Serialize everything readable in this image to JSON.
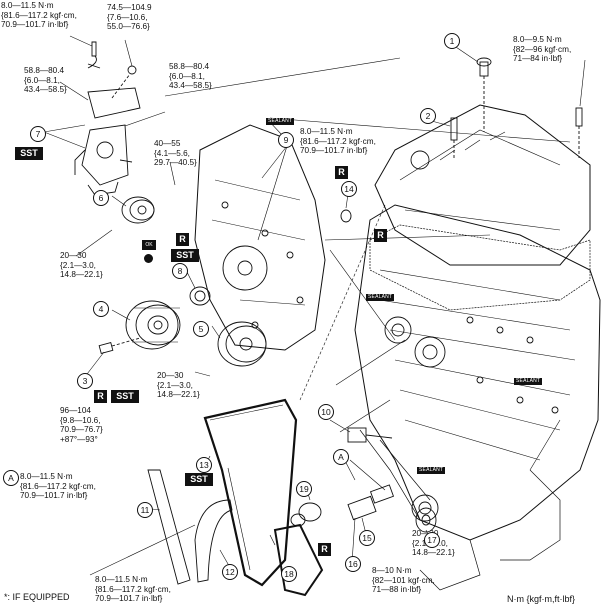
{
  "torques": {
    "top_left": "8.0—11.5 N·m\n{81.6—117.2 kgf·cm,\n70.9—101.7 in·lbf}",
    "mount_top": "74.5—104.9\n{7.6—10.6,\n55.0—76.6}",
    "mount_left": "58.8—80.4\n{6.0—8.1,\n43.4—58.5}",
    "mount_mid": "58.8—80.4\n{6.0—8.1,\n43.4—58.5}",
    "cover_bolt": "40—55\n{4.1—5.6,\n29.7—40.5}",
    "cover_top": "8.0—11.5 N·m\n{81.6—117.2 kgf·cm,\n70.9—101.7 in·lbf}",
    "plug": "8.0—9.5 N·m\n{82—96 kgf·cm,\n71—84 in·lbf}",
    "idler_left": "20—30\n{2.1—3.0,\n14.8—22.1}",
    "idler_right": "20—30\n{2.1—3.0,\n14.8—22.1}",
    "pulley_bolt": "96—104\n{9.8—10.6,\n70.9—76.7}\n+87°—93°",
    "legend_a": "8.0—11.5 N·m\n{81.6—117.2 kgf·cm,\n70.9—101.7 in·lbf}",
    "tensioner": "8—10 N·m\n{82—101 kgf·cm,\n71—88 in·lbf}",
    "oil_pump": "20—30\n{2.1—3.0,\n14.8—22.1}",
    "bottom_left": "8.0—11.5 N·m\n{81.6—117.2 kgf·cm,\n70.9—101.7 in·lbf}"
  },
  "callouts": [
    "1",
    "2",
    "3",
    "4",
    "5",
    "6",
    "7",
    "8",
    "9",
    "10",
    "11",
    "12",
    "13",
    "14",
    "15",
    "16",
    "17",
    "18",
    "19",
    "A",
    "A"
  ],
  "marks": {
    "R": "R",
    "SST": "SST",
    "sealant": "SEALANT",
    "ok": "OK"
  },
  "footer": {
    "note": "*: IF EQUIPPED",
    "units": "N·m {kgf·m,ft·lbf}"
  }
}
